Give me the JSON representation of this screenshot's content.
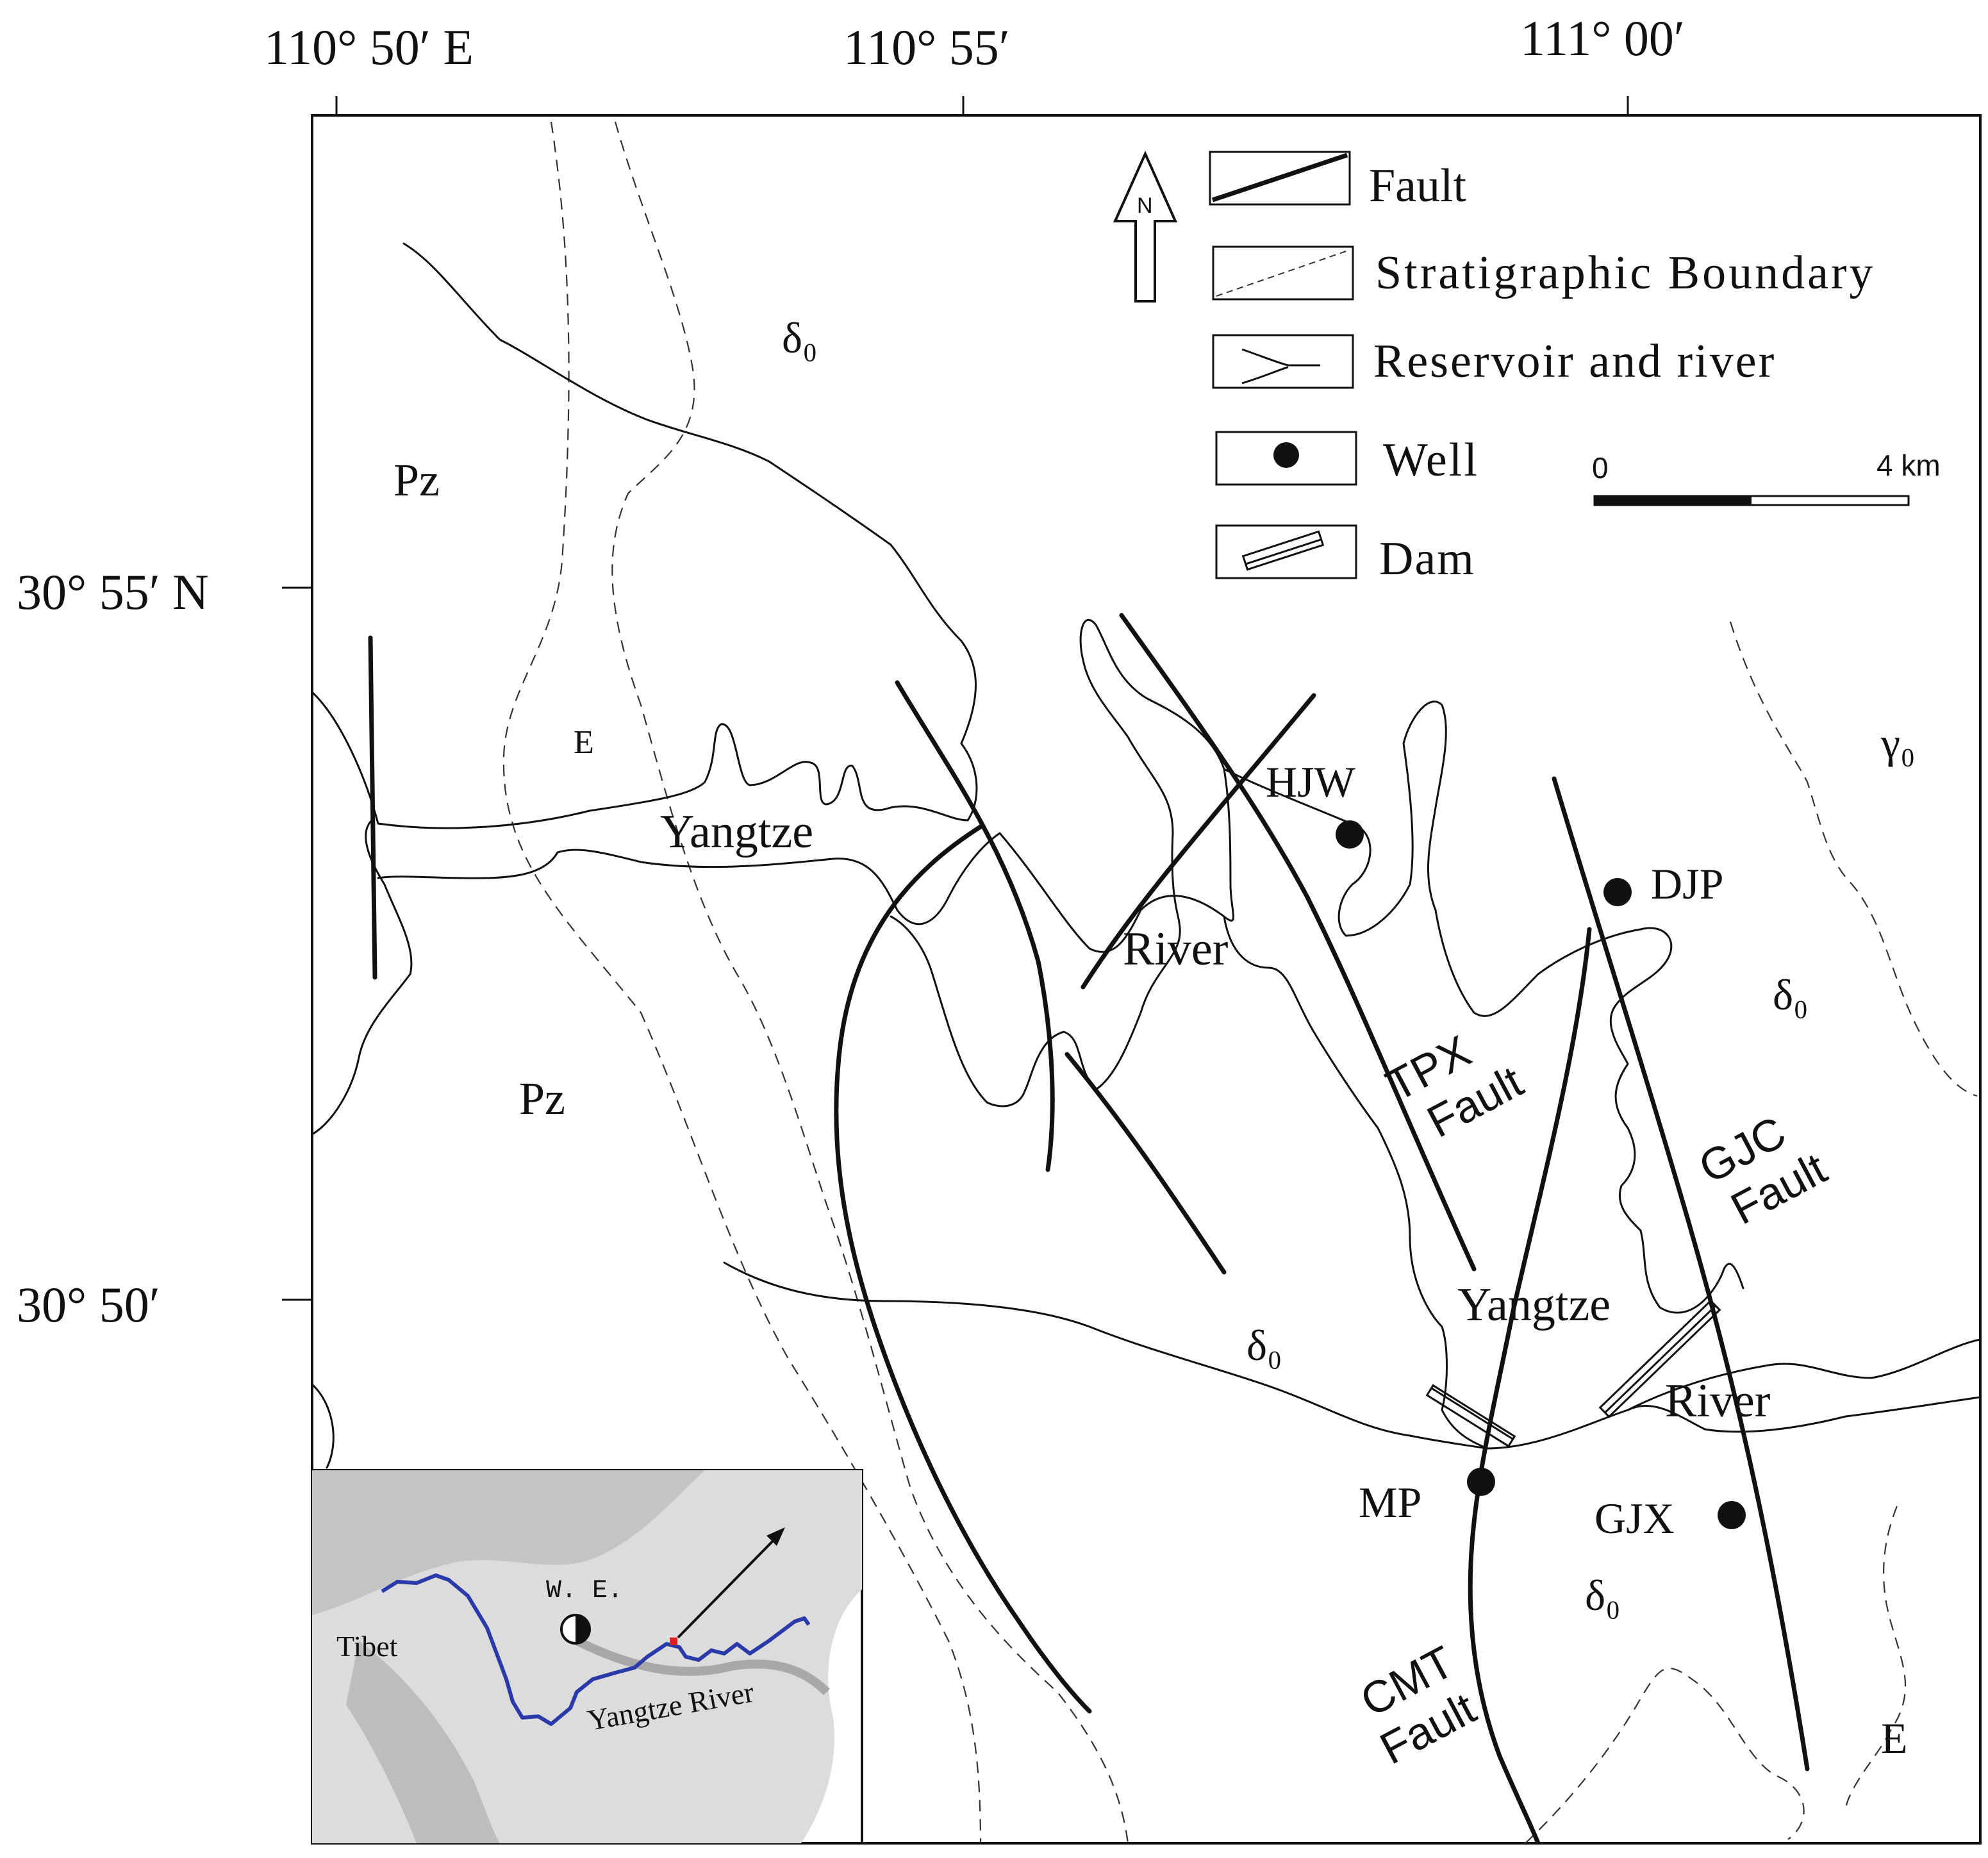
{
  "map": {
    "longitude_ticks": [
      "110° 50′ E",
      "110° 55′",
      "111° 00′"
    ],
    "latitude_ticks": [
      "30° 55′ N",
      "30° 50′"
    ],
    "units": [
      {
        "id": "pz_upper",
        "label": "Pz"
      },
      {
        "id": "pz_lower",
        "label": "Pz"
      },
      {
        "id": "e_west",
        "label": "E"
      },
      {
        "id": "e_southeast",
        "label": "E"
      },
      {
        "id": "delta_north",
        "label": "δ₀"
      },
      {
        "id": "delta_center",
        "label": "δ₀"
      },
      {
        "id": "delta_east",
        "label": "δ₀"
      },
      {
        "id": "delta_south",
        "label": "δ₀"
      },
      {
        "id": "gamma_ne",
        "label": "γ₀"
      }
    ],
    "river_labels": [
      "Yangtze",
      "River",
      "Yangtze",
      "River"
    ],
    "fault_labels": [
      {
        "line1": "TPX",
        "line2": "Fault"
      },
      {
        "line1": "GJC",
        "line2": "Fault"
      },
      {
        "line1": "CMT",
        "line2": "Fault"
      }
    ],
    "wells": [
      "HJW",
      "DJP",
      "MP",
      "GJX"
    ],
    "north_arrow": {
      "label": "N",
      "icon": "north-arrow-icon"
    },
    "scale_bar": {
      "start": "0",
      "end": "4 km"
    }
  },
  "legend": {
    "items": [
      {
        "label": "Fault",
        "icon": "fault-line-icon"
      },
      {
        "label": "Stratigraphic Boundary",
        "icon": "dashed-line-icon"
      },
      {
        "label": "Reservoir and river",
        "icon": "river-branch-icon"
      },
      {
        "label": "Well",
        "icon": "filled-circle-icon"
      },
      {
        "label": "Dam",
        "icon": "hatched-bar-icon"
      }
    ]
  },
  "inset": {
    "labels": {
      "tibet": "Tibet",
      "we": "W. E.",
      "river": "Yangtze River"
    },
    "colors": {
      "river": "#2a3aa8",
      "marker": "#e02020",
      "relief": "#d9d9d9"
    }
  }
}
